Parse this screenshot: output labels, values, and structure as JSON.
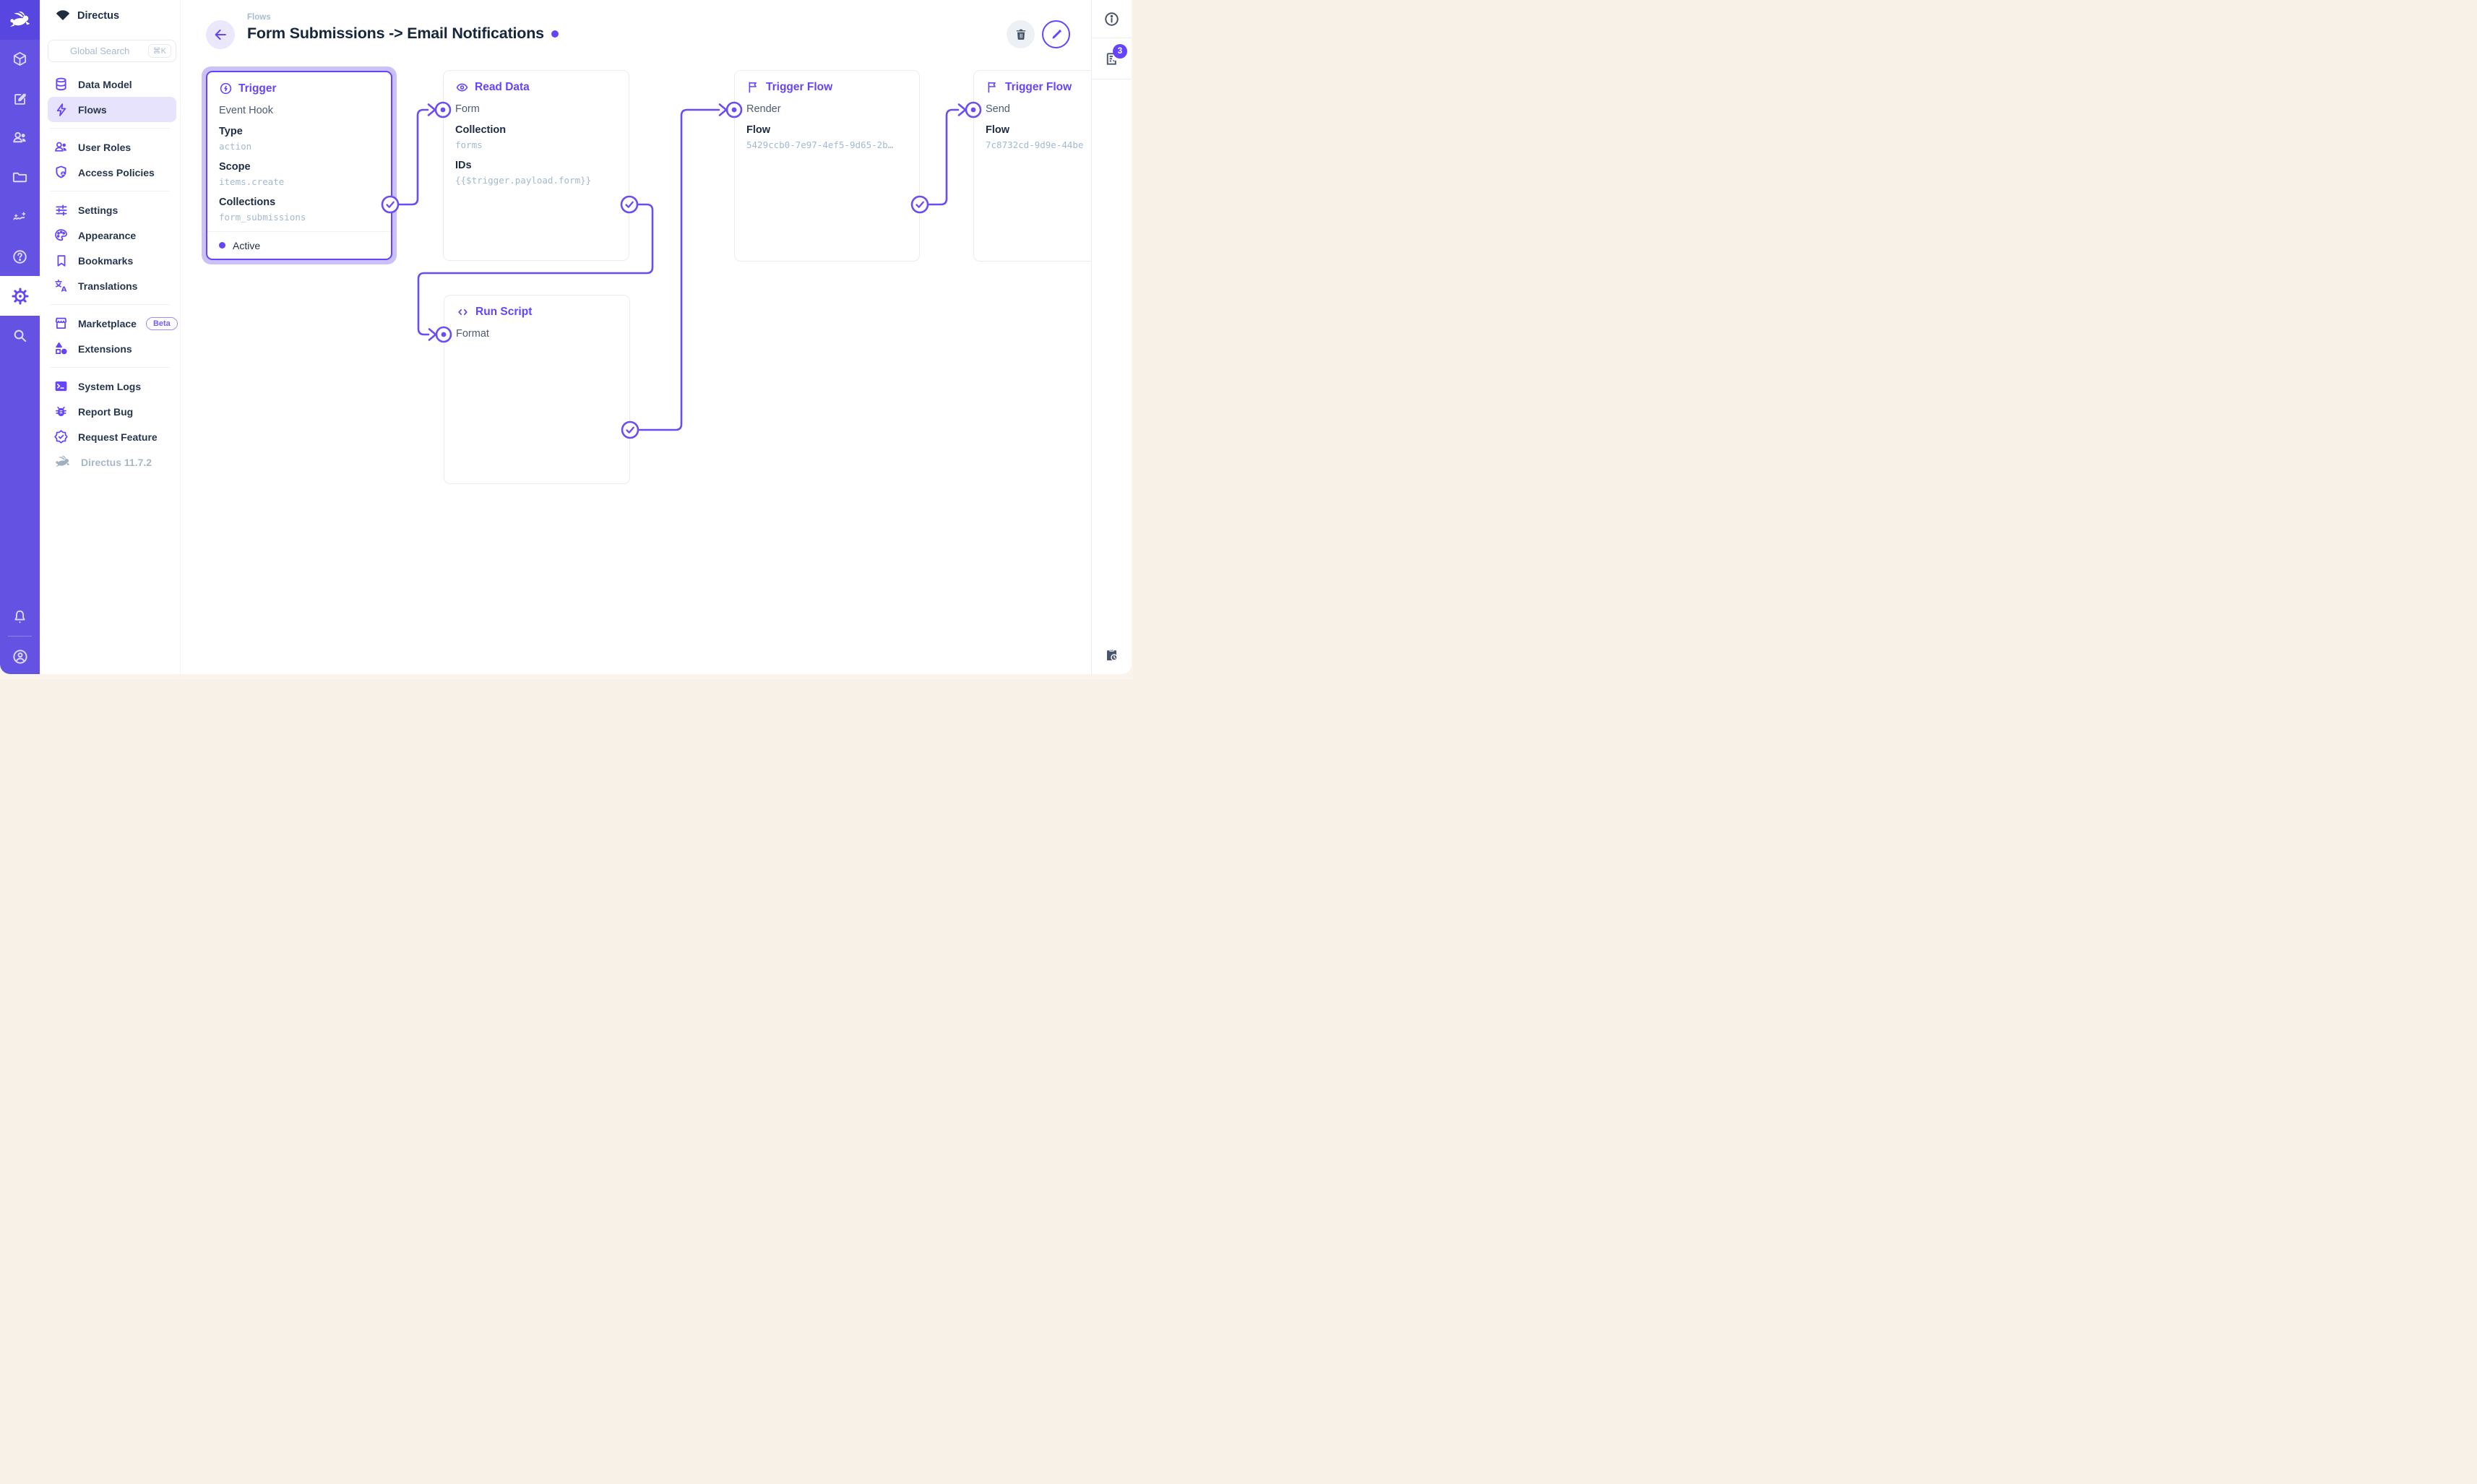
{
  "app": {
    "brand": "Directus",
    "version_label": "Directus 11.7.2"
  },
  "module_bar": {
    "logo_icon": "rabbit-icon",
    "items": [
      "content-module",
      "editor-module",
      "users-module",
      "files-module",
      "insights-module",
      "help-module",
      "settings-module",
      "search-module"
    ],
    "active_item": "settings-module",
    "bottom_items": [
      "notifications-bell",
      "user-avatar"
    ]
  },
  "sidebar": {
    "search": {
      "placeholder": "Global Search",
      "shortcut": "⌘K"
    },
    "items": [
      {
        "label": "Data Model",
        "icon": "database-icon"
      },
      {
        "label": "Flows",
        "icon": "bolt-icon",
        "active": true
      },
      {
        "label": "User Roles",
        "icon": "people-icon"
      },
      {
        "label": "Access Policies",
        "icon": "shield-user-icon"
      },
      {
        "label": "Settings",
        "icon": "sliders-icon"
      },
      {
        "label": "Appearance",
        "icon": "palette-icon"
      },
      {
        "label": "Bookmarks",
        "icon": "bookmark-icon"
      },
      {
        "label": "Translations",
        "icon": "translate-icon"
      },
      {
        "label": "Marketplace",
        "icon": "storefront-icon",
        "badge": "Beta"
      },
      {
        "label": "Extensions",
        "icon": "shapes-icon"
      },
      {
        "label": "System Logs",
        "icon": "terminal-icon"
      },
      {
        "label": "Report Bug",
        "icon": "bug-icon"
      },
      {
        "label": "Request Feature",
        "icon": "seal-check-icon"
      }
    ],
    "marketplace_badge": "Beta"
  },
  "header": {
    "breadcrumb": "Flows",
    "title": "Form Submissions -> Email Notifications",
    "status_dot_color": "#6644ff",
    "actions": [
      "delete-button",
      "edit-button"
    ]
  },
  "right_rail": {
    "info_icon": "info-icon",
    "logs_icon": "activity-log-icon",
    "logs_badge_count": "3",
    "bottom_icon": "clipboard-clock-icon"
  },
  "flow": {
    "nodes": [
      {
        "title": "Trigger",
        "icon": "bolt-circle-icon",
        "subtitle": "Event Hook",
        "fields": [
          {
            "label": "Type",
            "value": "action"
          },
          {
            "label": "Scope",
            "value": "items.create"
          },
          {
            "label": "Collections",
            "value": "form_submissions"
          }
        ],
        "status_label": "Active",
        "selected": true
      },
      {
        "title": "Read Data",
        "icon": "eye-icon",
        "subtitle": "Form",
        "fields": [
          {
            "label": "Collection",
            "value": "forms"
          },
          {
            "label": "IDs",
            "value": "{{$trigger.payload.form}}"
          }
        ]
      },
      {
        "title": "Run Script",
        "icon": "code-icon",
        "subtitle": "Format",
        "fields": []
      },
      {
        "title": "Trigger Flow",
        "icon": "flag-icon",
        "subtitle": "Render",
        "fields": [
          {
            "label": "Flow",
            "value": "5429ccb0-7e97-4ef5-9d65-2b…"
          }
        ]
      },
      {
        "title": "Trigger Flow",
        "icon": "flag-icon",
        "subtitle": "Send",
        "fields": [
          {
            "label": "Flow",
            "value": "7c8732cd-9d9e-44be"
          }
        ]
      }
    ],
    "connections": [
      "trigger → read-data",
      "read-data → run-script",
      "run-script → trigger-flow-render",
      "trigger-flow-render → trigger-flow-send"
    ]
  },
  "colors": {
    "accent": "#6644ff",
    "module_bar": "#6452e2",
    "logo_tile": "#5746e0",
    "active_nav_pill": "#e8e3fc",
    "panel_border": "#e8edf4",
    "selected_glow": "#ccc0f8",
    "title_text": "#16263c",
    "mono_value_text": "#a3b9d2",
    "page_bottom_strip": "#faf4ec",
    "badge": "#6644ff"
  }
}
